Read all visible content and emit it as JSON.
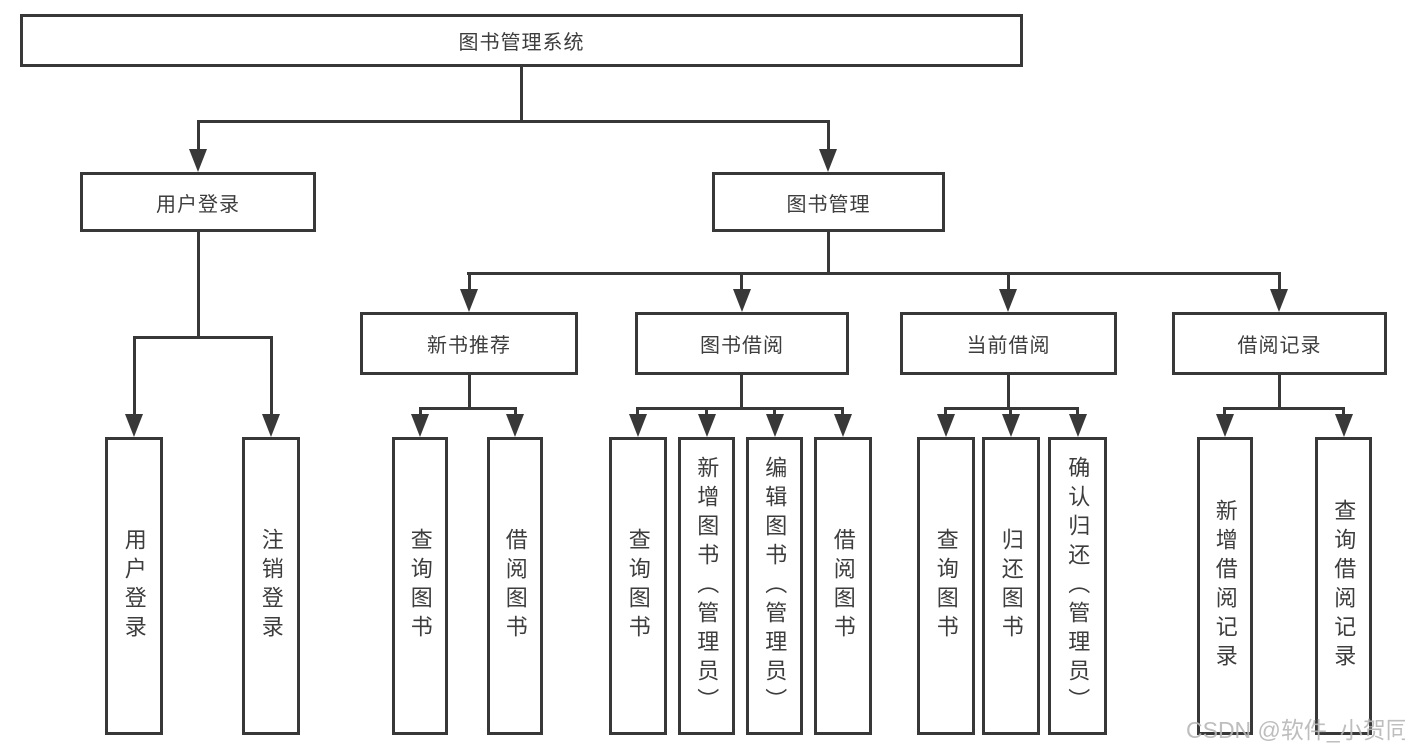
{
  "tree": {
    "label": "图书管理系统",
    "children": [
      {
        "label": "用户登录",
        "children": [
          {
            "label": "用户登录"
          },
          {
            "label": "注销登录"
          }
        ]
      },
      {
        "label": "图书管理",
        "children": [
          {
            "label": "新书推荐",
            "children": [
              {
                "label": "查询图书"
              },
              {
                "label": "借阅图书"
              }
            ]
          },
          {
            "label": "图书借阅",
            "children": [
              {
                "label": "查询图书"
              },
              {
                "label": "新增图书（管理员）"
              },
              {
                "label": "编辑图书（管理员）"
              },
              {
                "label": "借阅图书"
              }
            ]
          },
          {
            "label": "当前借阅",
            "children": [
              {
                "label": "查询图书"
              },
              {
                "label": "归还图书"
              },
              {
                "label": "确认归还（管理员）"
              }
            ]
          },
          {
            "label": "借阅记录",
            "children": [
              {
                "label": "新增借阅记录"
              },
              {
                "label": "查询借阅记录"
              }
            ]
          }
        ]
      }
    ]
  },
  "watermark": {
    "text": "CSDN @软件_小贺同学"
  },
  "colors": {
    "line": "#383838",
    "text": "#3d3d3d",
    "watermark": "#b7b7b7",
    "background": "#ffffff"
  }
}
